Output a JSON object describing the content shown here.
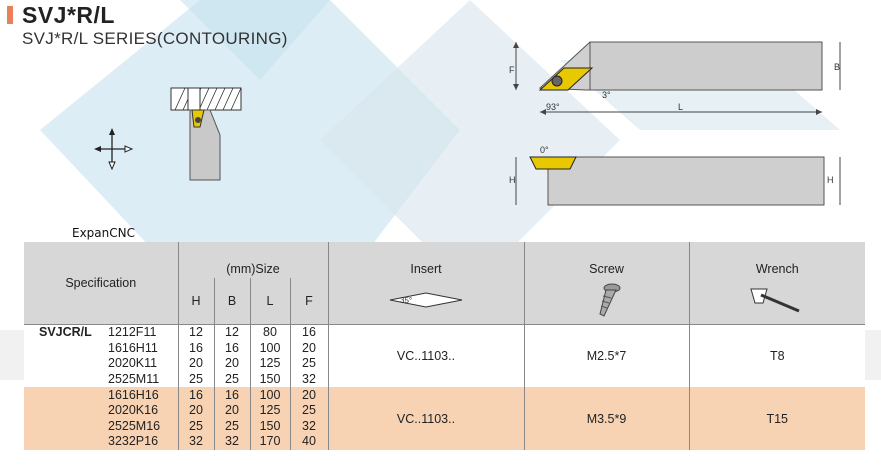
{
  "header": {
    "title": "SVJ*R/L",
    "subtitle": "SVJ*R/L SERIES(CONTOURING)",
    "brand": "ExpanCNC"
  },
  "drawing_labels": {
    "f": "F",
    "b": "B",
    "angle3": "3°",
    "angle93": "93°",
    "l": "L",
    "angle0": "0°",
    "h_left": "H",
    "h_right": "H"
  },
  "table": {
    "spec_label": "Specification",
    "size_label": "(mm)Size",
    "insert_label": "Insert",
    "screw_label": "Screw",
    "wrench_label": "Wrench",
    "dims": [
      "H",
      "B",
      "L",
      "F"
    ],
    "insert_angle": "35°",
    "groups": [
      {
        "model": "SVJCR/L",
        "insert": "VC..1103..",
        "screw": "M2.5*7",
        "wrench": "T8",
        "rows": [
          {
            "code": "1212F11",
            "H": "12",
            "B": "12",
            "L": "80",
            "F": "16"
          },
          {
            "code": "1616H11",
            "H": "16",
            "B": "16",
            "L": "100",
            "F": "20"
          },
          {
            "code": "2020K11",
            "H": "20",
            "B": "20",
            "L": "125",
            "F": "25"
          },
          {
            "code": "2525M11",
            "H": "25",
            "B": "25",
            "L": "150",
            "F": "32"
          }
        ]
      },
      {
        "model": "",
        "insert": "VC..1103..",
        "screw": "M3.5*9",
        "wrench": "T15",
        "rows": [
          {
            "code": "1616H16",
            "H": "16",
            "B": "16",
            "L": "100",
            "F": "20"
          },
          {
            "code": "2020K16",
            "H": "20",
            "B": "20",
            "L": "125",
            "F": "25"
          },
          {
            "code": "2525M16",
            "H": "25",
            "B": "25",
            "L": "150",
            "F": "32"
          },
          {
            "code": "3232P16",
            "H": "32",
            "B": "32",
            "L": "170",
            "F": "40"
          }
        ]
      }
    ]
  }
}
